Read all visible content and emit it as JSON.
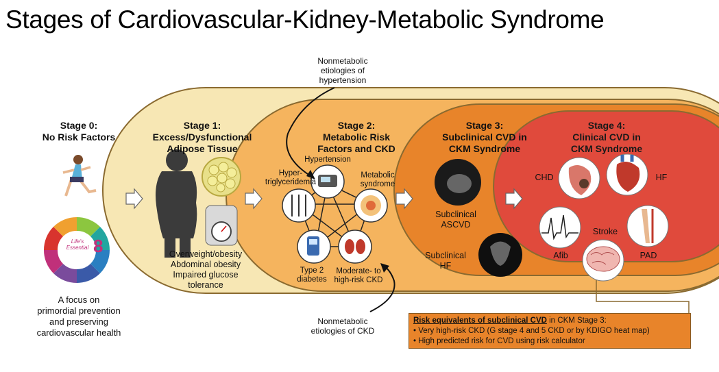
{
  "title": "Stages of Cardiovascular-Kidney-Metabolic Syndrome",
  "stage0": {
    "line1": "Stage 0:",
    "line2": "No Risk Factors",
    "logo_top": "Life's",
    "logo_mid": "Essential",
    "logo_num": "8",
    "desc": [
      "A focus on",
      "primordial prevention",
      "and preserving",
      "cardiovascular health"
    ]
  },
  "stage1": {
    "line1": "Stage 1:",
    "line2": "Excess/Dysfunctional",
    "line3": "Adipose Tissue",
    "desc": [
      "Overweight/obesity",
      "Abdominal obesity",
      "Impaired glucose",
      "tolerance"
    ]
  },
  "stage2": {
    "line1": "Stage 2:",
    "line2": "Metabolic Risk",
    "line3": "Factors and CKD",
    "nodes": {
      "hypertension": "Hypertension",
      "hypertrig1": "Hyper-",
      "hypertrig2": "triglyceridemia",
      "metabolic1": "Metabolic",
      "metabolic2": "syndrome",
      "diabetes1": "Type 2",
      "diabetes2": "diabetes",
      "ckd1": "Moderate- to",
      "ckd2": "high-risk CKD"
    }
  },
  "stage3": {
    "line1": "Stage 3:",
    "line2": "Subclinical CVD in",
    "line3": "CKM Syndrome",
    "ascvd1": "Subclinical",
    "ascvd2": "ASCVD",
    "hf1": "Subclinical",
    "hf2": "HF"
  },
  "stage4": {
    "line1": "Stage 4:",
    "line2": "Clinical CVD in",
    "line3": "CKM Syndrome",
    "chd": "CHD",
    "hf": "HF",
    "afib": "Afib",
    "stroke": "Stroke",
    "pad": "PAD"
  },
  "annot_top": [
    "Nonmetabolic",
    "etiologies of",
    "hypertension"
  ],
  "annot_bottom": [
    "Nonmetabolic",
    "etiologies of CKD"
  ],
  "risk_box": {
    "heading": "Risk equivalents of subclinical CVD",
    "heading_tail": " in CKM Stage 3:",
    "items": [
      "• Very high-risk CKD (G stage 4 and 5 CKD or by KDIGO heat map)",
      "• High predicted risk for CVD using risk calculator"
    ]
  },
  "colors": {
    "stage1_bg": "#f7e7b4",
    "stage2_bg": "#f5b45e",
    "stage3_bg": "#e8842a",
    "stage4_bg": "#e04a3c",
    "outline": "#8a6a30"
  },
  "logo_colors": [
    "#8cc63f",
    "#22a6a0",
    "#2a7fc1",
    "#3a5aa8",
    "#7a4b9c",
    "#c0307a",
    "#d8342e",
    "#f0a030"
  ]
}
